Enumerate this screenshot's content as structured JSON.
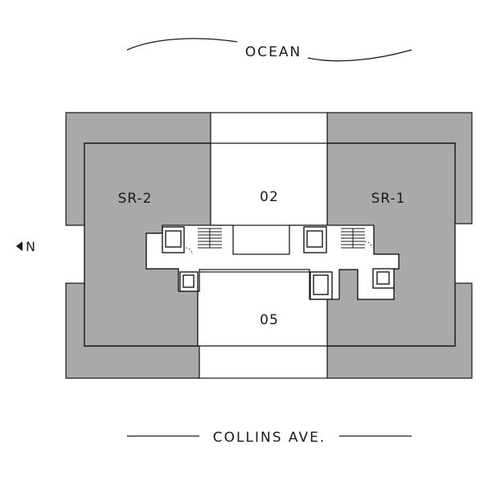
{
  "streets": {
    "top": "OCEAN",
    "bottom": "COLLINS AVE."
  },
  "compass": {
    "label": "N"
  },
  "units": {
    "left_suite": "SR-2",
    "right_suite": "SR-1",
    "top_center": "02",
    "bottom_center": "05"
  },
  "colors": {
    "suite_fill": "#a9a9a9",
    "line": "#1a1a1a",
    "background": "#ffffff"
  }
}
